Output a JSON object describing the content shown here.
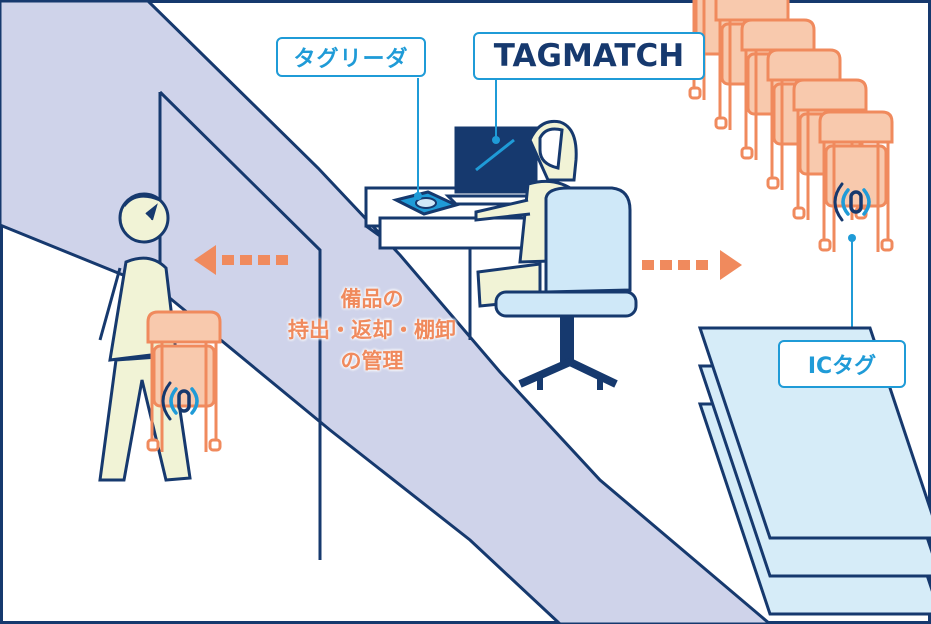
{
  "labels": {
    "tag_reader": "タグリーダ",
    "brand": "TAGMATCH",
    "ic_tag": "ICタグ"
  },
  "caption": {
    "line1": "備品の",
    "line2": "持出・返却・棚卸",
    "line3": "の管理"
  },
  "colors": {
    "frame": "#16396e",
    "accent_blue": "#1f9bd7",
    "orange": "#f08a5d",
    "orange_fill": "#f8c9ad",
    "floor_path": "#cfd3ea",
    "skin": "#f1f3d6",
    "chair": "#cfe8f8",
    "shelf": "#d6ecf8"
  }
}
